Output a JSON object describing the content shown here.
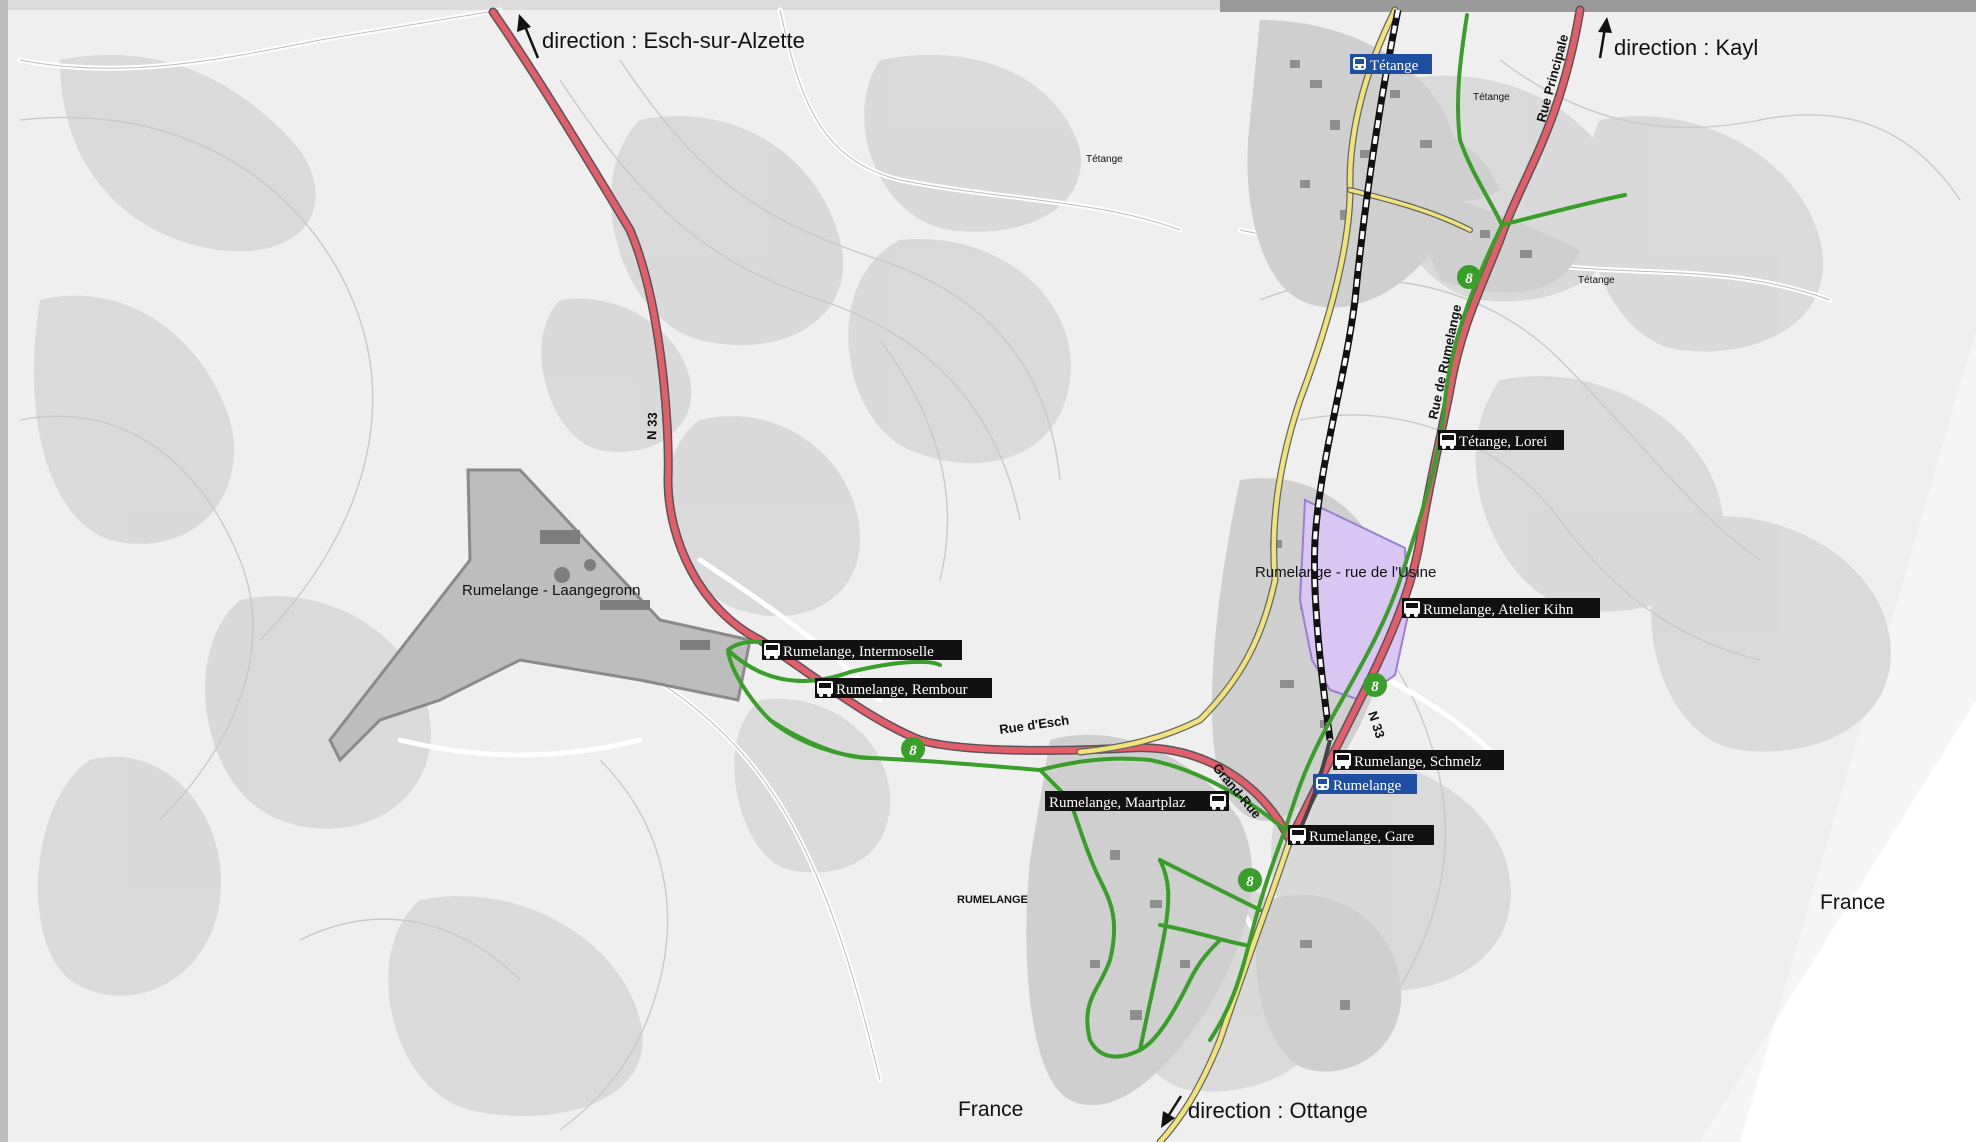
{
  "directions": {
    "esch": "direction : Esch-sur-Alzette",
    "kayl": "direction : Kayl",
    "ottange": "direction : Ottange"
  },
  "countries": {
    "france_south": "France",
    "france_east": "France"
  },
  "localities": {
    "rumelange": "RUMELANGE",
    "tetange_1": "Tétange",
    "tetange_2": "Tétange",
    "tetange_3": "Tétange"
  },
  "roads": {
    "n33_north": "N 33",
    "n33_south": "N 33",
    "rue_desch": "Rue d'Esch",
    "grand_rue": "Grand-Rue",
    "rue_de_rumelange": "Rue de Rumelange",
    "rue_principale": "Rue Principale"
  },
  "areas": {
    "laangegronn": "Rumelange - Laangegronn",
    "rue_de_lusine": "Rumelange - rue de l'Usine"
  },
  "bus_stops": {
    "intermoselle": "Rumelange, Intermoselle",
    "rembour": "Rumelange, Rembour",
    "maartplaz": "Rumelange, Maartplaz",
    "gare": "Rumelange, Gare",
    "schmelz": "Rumelange, Schmelz",
    "atelier_kihn": "Rumelange, Atelier Kihn",
    "tetange_lorei": "Tétange, Lorei"
  },
  "train_stations": {
    "tetange": "Tétange",
    "rumelange": "Rumelange"
  },
  "bus_line": {
    "number": "8"
  },
  "colors": {
    "main_road": "#e35d6a",
    "secondary_road": "#f2e27a",
    "bus_route": "#3a9e2a",
    "rail": "#111111",
    "zone_fill": "#d9c6f2",
    "zone_stroke": "#9b7fd1",
    "industrial_area": "#bdbdbd",
    "label_bg": "#111111",
    "station_bg": "#1f4fa3"
  }
}
